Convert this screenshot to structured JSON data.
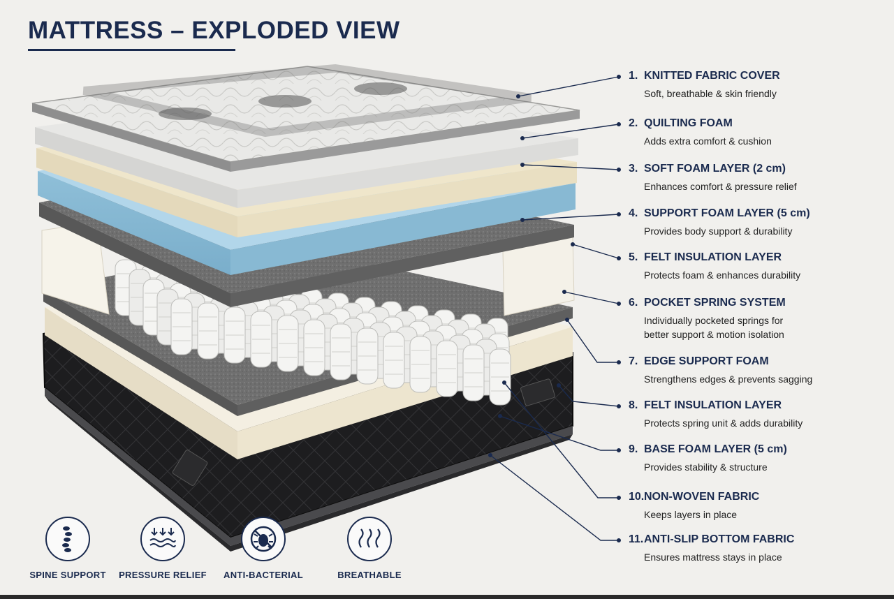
{
  "title": "MATTRESS – EXPLODED VIEW",
  "colors": {
    "navy": "#1a2a4e",
    "background": "#f1f0ed",
    "blue_foam": "#9ec8de",
    "cream_foam": "#ede3c8",
    "felt": "#6d6d6d",
    "base_fabric": "#1b1b1d"
  },
  "layers": [
    {
      "number": "1.",
      "name": "KNITTED FABRIC COVER",
      "description": [
        "Soft, breathable & skin friendly"
      ]
    },
    {
      "number": "2.",
      "name": "QUILTING FOAM",
      "description": [
        "Adds extra comfort & cushion"
      ]
    },
    {
      "number": "3.",
      "name": "SOFT FOAM LAYER (2 cm)",
      "description": [
        "Enhances comfort & pressure relief"
      ]
    },
    {
      "number": "4.",
      "name": "SUPPORT FOAM LAYER (5 cm)",
      "description": [
        "Provides body support & durability"
      ]
    },
    {
      "number": "5.",
      "name": "FELT INSULATION LAYER",
      "description": [
        "Protects foam & enhances durability"
      ]
    },
    {
      "number": "6.",
      "name": "POCKET SPRING SYSTEM",
      "description": [
        "Individually pocketed springs for",
        "better support & motion isolation"
      ]
    },
    {
      "number": "7.",
      "name": "EDGE SUPPORT FOAM",
      "description": [
        "Strengthens edges & prevents sagging"
      ]
    },
    {
      "number": "8.",
      "name": "FELT INSULATION LAYER",
      "description": [
        "Protects spring unit & adds durability"
      ]
    },
    {
      "number": "9.",
      "name": "BASE FOAM LAYER (5 cm)",
      "description": [
        "Provides stability & structure"
      ]
    },
    {
      "number": "10.",
      "name": "NON-WOVEN FABRIC",
      "description": [
        "Keeps layers in place"
      ]
    },
    {
      "number": "11.",
      "name": "ANTI-SLIP BOTTOM FABRIC",
      "description": [
        "Ensures mattress stays in place"
      ]
    }
  ],
  "features": [
    {
      "label": "SPINE SUPPORT",
      "icon": "spine-icon"
    },
    {
      "label": "PRESSURE RELIEF",
      "icon": "pressure-relief-icon"
    },
    {
      "label": "ANTI-BACTERIAL",
      "icon": "anti-bacterial-icon"
    },
    {
      "label": "BREATHABLE",
      "icon": "breathable-icon"
    }
  ]
}
